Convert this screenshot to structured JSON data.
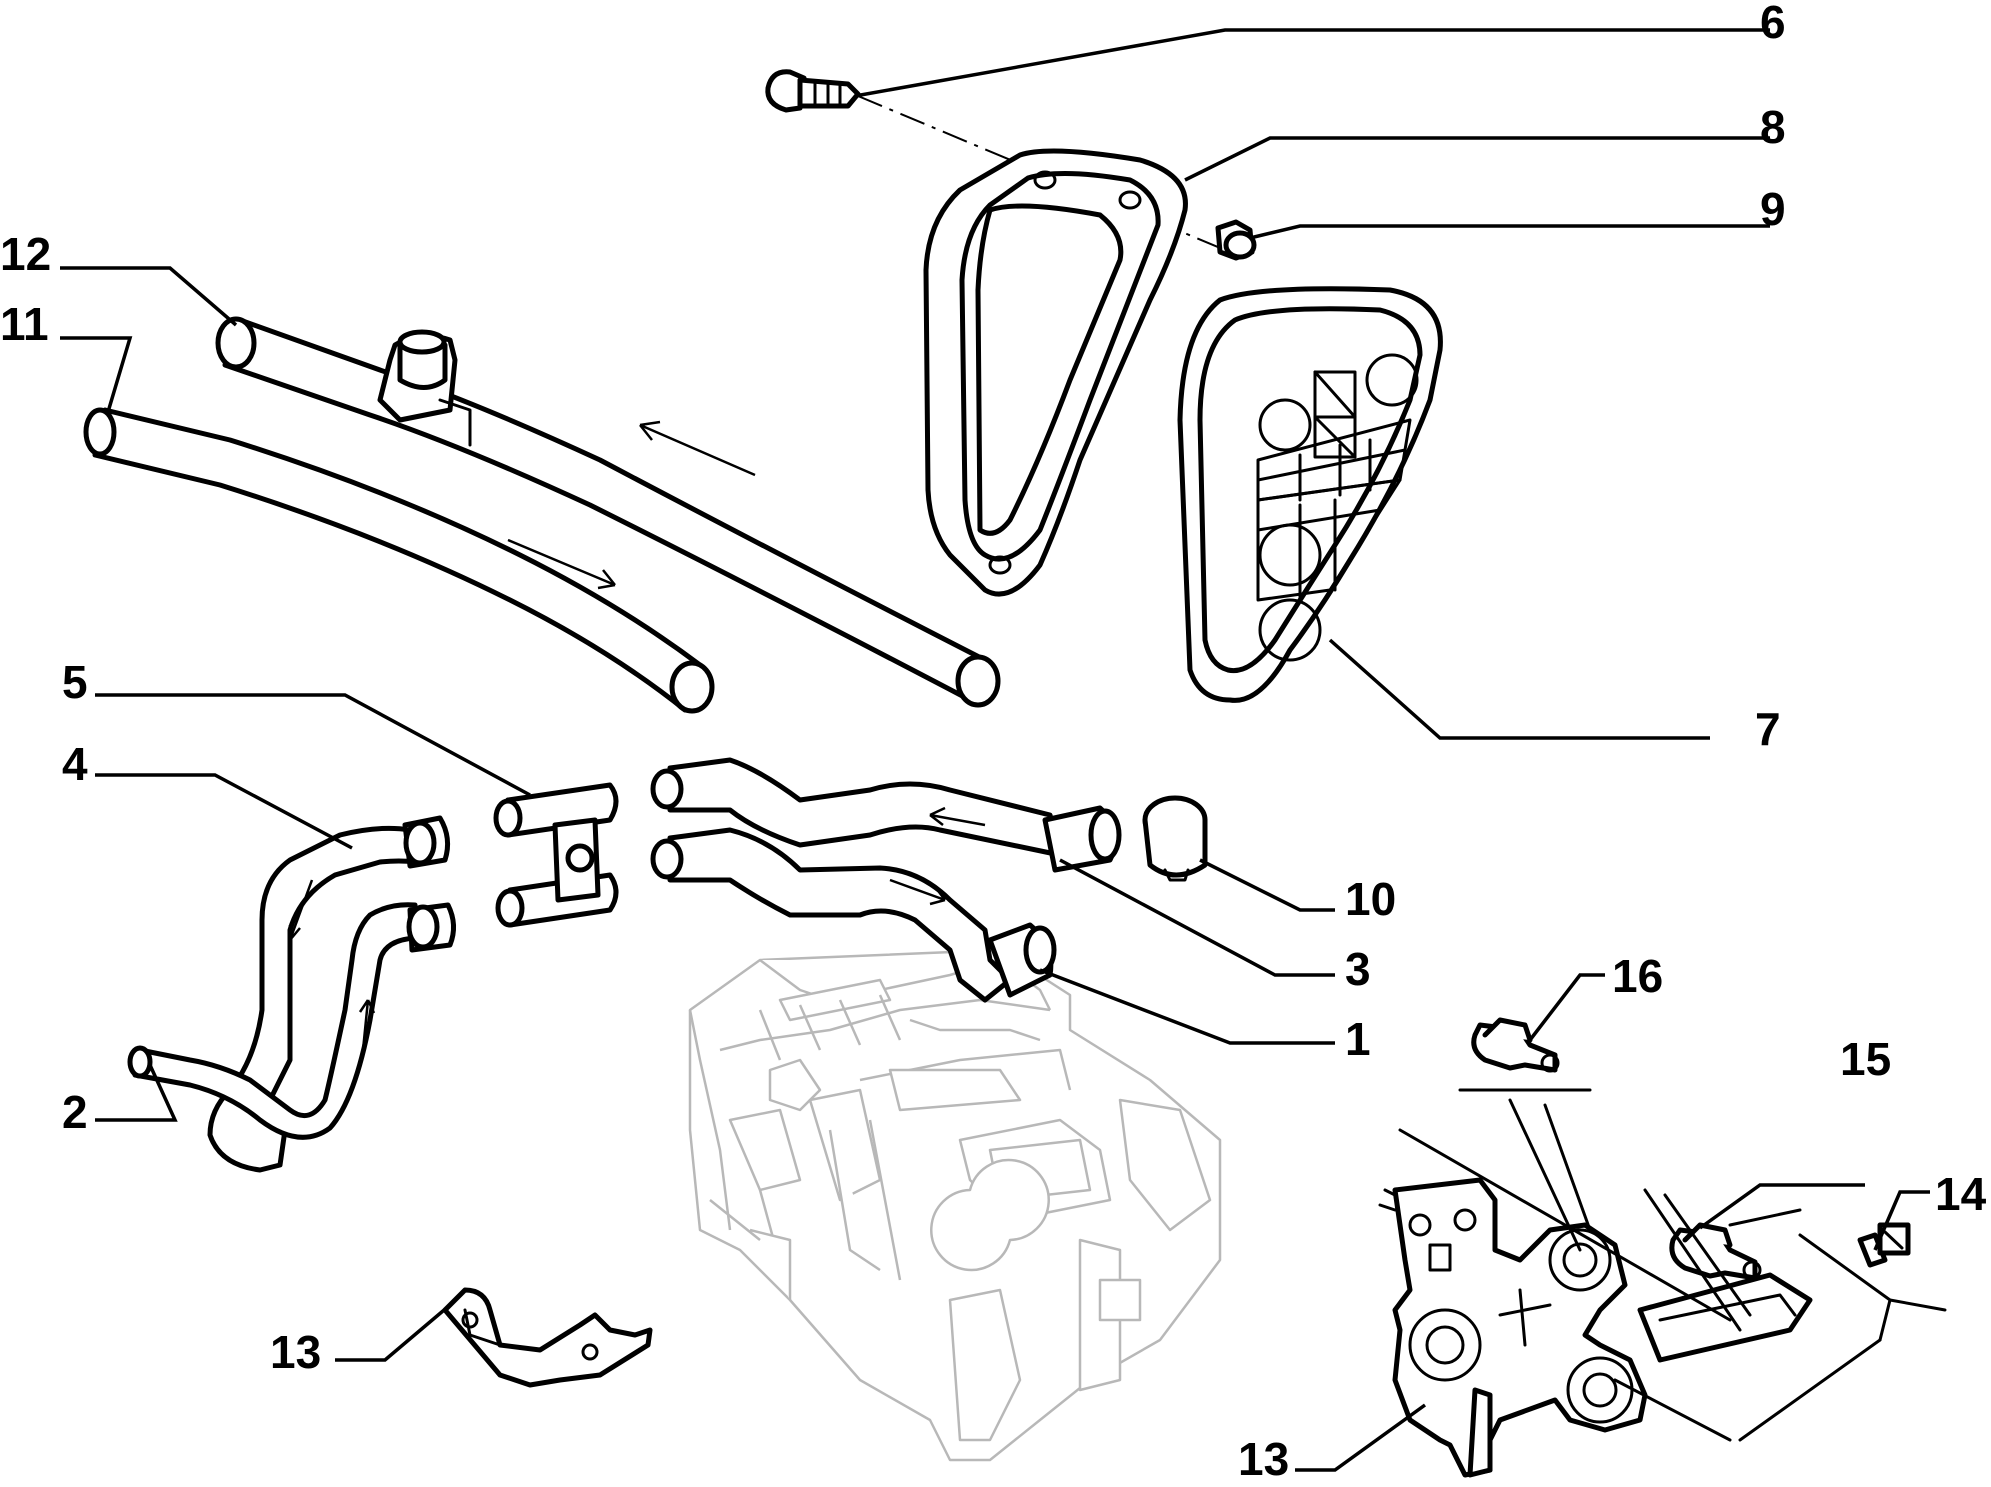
{
  "callouts": [
    {
      "id": "6",
      "label": "6"
    },
    {
      "id": "8",
      "label": "8"
    },
    {
      "id": "9",
      "label": "9"
    },
    {
      "id": "12",
      "label": "12"
    },
    {
      "id": "11",
      "label": "11"
    },
    {
      "id": "7",
      "label": "7"
    },
    {
      "id": "5",
      "label": "5"
    },
    {
      "id": "4",
      "label": "4"
    },
    {
      "id": "10",
      "label": "10"
    },
    {
      "id": "3",
      "label": "3"
    },
    {
      "id": "1",
      "label": "1"
    },
    {
      "id": "16",
      "label": "16"
    },
    {
      "id": "2",
      "label": "2"
    },
    {
      "id": "15",
      "label": "15"
    },
    {
      "id": "14",
      "label": "14"
    },
    {
      "id": "13a",
      "label": "13"
    },
    {
      "id": "13b",
      "label": "13"
    }
  ]
}
